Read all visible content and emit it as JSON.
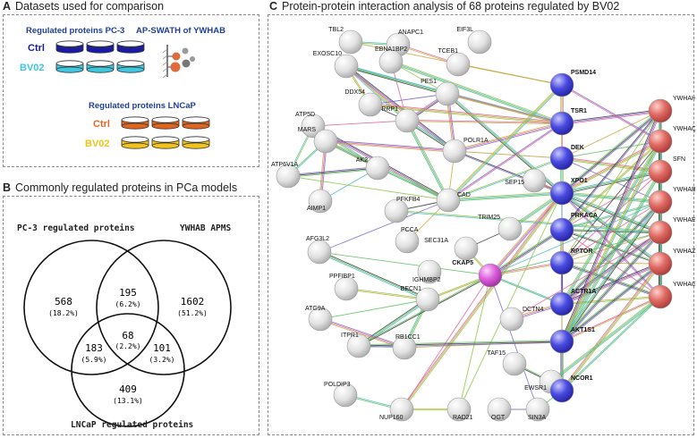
{
  "panel_a": {
    "letter": "A",
    "title": "Datasets used for comparison",
    "pc3_heading": "Regulated proteins PC-3",
    "apswath_heading": "AP-SWATH of YWHAB",
    "lncap_heading": "Regulated proteins LNCaP",
    "ctrl_label": "Ctrl",
    "bv02_label": "BV02",
    "colors": {
      "pc3_ctrl": "#1a1aa8",
      "pc3_bv02": "#3fc6e0",
      "lncap_ctrl": "#e0661f",
      "lncap_bv02": "#f2c21a",
      "heading": "#1f3e9e"
    }
  },
  "panel_b": {
    "letter": "B",
    "title": "Commonly regulated proteins in PCa models",
    "set_pc3": "PC-3 regulated proteins",
    "set_ywhab": "YWHAB APMS",
    "set_lncap": "LNCaP regulated proteins",
    "regions": [
      {
        "count": "568",
        "pct": "(18.2%)"
      },
      {
        "count": "195",
        "pct": "(6.2%)"
      },
      {
        "count": "1602",
        "pct": "(51.2%)"
      },
      {
        "count": "68",
        "pct": "(2.2%)"
      },
      {
        "count": "183",
        "pct": "(5.9%)"
      },
      {
        "count": "101",
        "pct": "(3.2%)"
      },
      {
        "count": "409",
        "pct": "(13.1%)"
      }
    ]
  },
  "panel_c": {
    "letter": "C",
    "title": "Protein-protein interaction analysis of 68 proteins regulated by BV02",
    "colors": {
      "grey": "#d6d6d6",
      "blue": "#3434cf",
      "red": "#d9534f",
      "magenta": "#d247d2"
    },
    "nodes": [
      {
        "id": "TBL2",
        "label": "TBL2",
        "type": "grey",
        "bold": false
      },
      {
        "id": "ANAPC1",
        "label": "ANAPC1",
        "type": "grey",
        "bold": false
      },
      {
        "id": "EIF3L",
        "label": "EIF3L",
        "type": "grey",
        "bold": false
      },
      {
        "id": "EXOSC10",
        "label": "EXOSC10",
        "type": "grey",
        "bold": false
      },
      {
        "id": "EBNA1BP2",
        "label": "EBNA1BP2",
        "type": "grey",
        "bold": false
      },
      {
        "id": "TCEB1",
        "label": "TCEB1",
        "type": "grey",
        "bold": false
      },
      {
        "id": "PSMD14",
        "label": "PSMD14",
        "type": "blue",
        "bold": true
      },
      {
        "id": "PES1",
        "label": "PES1",
        "type": "grey",
        "bold": false
      },
      {
        "id": "DDX54",
        "label": "DDX54",
        "type": "grey",
        "bold": false
      },
      {
        "id": "TSR1",
        "label": "TSR1",
        "type": "blue",
        "bold": true
      },
      {
        "id": "ATP5D",
        "label": "ATP5D",
        "type": "grey",
        "bold": false
      },
      {
        "id": "RRP1",
        "label": "RRP1",
        "type": "grey",
        "bold": false
      },
      {
        "id": "MARS",
        "label": "MARS",
        "type": "grey",
        "bold": false
      },
      {
        "id": "POLR1A",
        "label": "POLR1A",
        "type": "grey",
        "bold": false
      },
      {
        "id": "DEK",
        "label": "DEK",
        "type": "blue",
        "bold": true
      },
      {
        "id": "SEP15",
        "label": "SEP15",
        "type": "grey",
        "bold": false
      },
      {
        "id": "AK2",
        "label": "AK2",
        "type": "grey",
        "bold": false
      },
      {
        "id": "ATP6V1A",
        "label": "ATP6V1A",
        "type": "grey",
        "bold": false
      },
      {
        "id": "CAD",
        "label": "CAD",
        "type": "grey",
        "bold": false
      },
      {
        "id": "XPO1",
        "label": "XPO1",
        "type": "blue",
        "bold": true
      },
      {
        "id": "AIMP1",
        "label": "AIMP1",
        "type": "grey",
        "bold": false
      },
      {
        "id": "PFKFB4",
        "label": "PFKFB4",
        "type": "grey",
        "bold": false
      },
      {
        "id": "SEC31A",
        "label": "SEC31A",
        "type": "grey",
        "bold": false
      },
      {
        "id": "TRIM25",
        "label": "TRIM25",
        "type": "grey",
        "bold": false
      },
      {
        "id": "PCCA",
        "label": "PCCA",
        "type": "grey",
        "bold": false
      },
      {
        "id": "AFG3L2",
        "label": "AFG3L2",
        "type": "grey",
        "bold": false
      },
      {
        "id": "IGHMBP2",
        "label": "IGHMBP2",
        "type": "grey",
        "bold": false
      },
      {
        "id": "CKAP5",
        "label": "CKAP5",
        "type": "magenta",
        "bold": true
      },
      {
        "id": "PRKACA",
        "label": "PRKACA",
        "type": "blue",
        "bold": true
      },
      {
        "id": "RPTOR",
        "label": "RPTOR",
        "type": "blue",
        "bold": true
      },
      {
        "id": "PPFIBP1",
        "label": "PPFIBP1",
        "type": "grey",
        "bold": false
      },
      {
        "id": "BECN1",
        "label": "BECN1",
        "type": "grey",
        "bold": false
      },
      {
        "id": "ATG9A",
        "label": "ATG9A",
        "type": "grey",
        "bold": false
      },
      {
        "id": "DCTN4",
        "label": "DCTN4",
        "type": "grey",
        "bold": false
      },
      {
        "id": "ACTR1A",
        "label": "ACTR1A",
        "type": "blue",
        "bold": true
      },
      {
        "id": "ITPR1",
        "label": "ITPR1",
        "type": "grey",
        "bold": false
      },
      {
        "id": "RB1CC1",
        "label": "RB1CC1",
        "type": "grey",
        "bold": false
      },
      {
        "id": "AKT1S1",
        "label": "AKT1S1",
        "type": "blue",
        "bold": true
      },
      {
        "id": "TAF15",
        "label": "TAF15",
        "type": "grey",
        "bold": false
      },
      {
        "id": "EWSR1",
        "label": "EWSR1",
        "type": "grey",
        "bold": false
      },
      {
        "id": "NCOR1",
        "label": "NCOR1",
        "type": "blue",
        "bold": true
      },
      {
        "id": "POLDIP3",
        "label": "POLDIP3",
        "type": "grey",
        "bold": false
      },
      {
        "id": "NUP160",
        "label": "NUP160",
        "type": "grey",
        "bold": false
      },
      {
        "id": "RAD21",
        "label": "RAD21",
        "type": "grey",
        "bold": false
      },
      {
        "id": "OGT",
        "label": "OGT",
        "type": "grey",
        "bold": false
      },
      {
        "id": "SIN3A",
        "label": "SIN3A",
        "type": "grey",
        "bold": false
      },
      {
        "id": "YWHAH",
        "label": "YWHAH",
        "type": "red",
        "bold": false
      },
      {
        "id": "YWHAQ",
        "label": "YWHAQ",
        "type": "red",
        "bold": false
      },
      {
        "id": "SFN",
        "label": "SFN",
        "type": "red",
        "bold": false
      },
      {
        "id": "YWHAB",
        "label": "YWHAB",
        "type": "red",
        "bold": false
      },
      {
        "id": "YWHAE",
        "label": "YWHAE",
        "type": "red",
        "bold": false
      },
      {
        "id": "YWHAZ",
        "label": "YWHAZ",
        "type": "red",
        "bold": false
      },
      {
        "id": "YWHAG",
        "label": "YWHAG",
        "type": "red",
        "bold": false
      }
    ],
    "edges": [
      [
        "TBL2",
        "ANAPC1"
      ],
      [
        "ANAPC1",
        "TCEB1"
      ],
      [
        "EXOSC10",
        "PES1"
      ],
      [
        "EBNA1BP2",
        "PES1"
      ],
      [
        "EBNA1BP2",
        "TSR1"
      ],
      [
        "EBNA1BP2",
        "RRP1"
      ],
      [
        "EXOSC10",
        "RRP1"
      ],
      [
        "EXOSC10",
        "DDX54"
      ],
      [
        "EXOSC10",
        "TSR1"
      ],
      [
        "EXOSC10",
        "POLR1A"
      ],
      [
        "TCEB1",
        "PSMD14"
      ],
      [
        "TBL2",
        "PSMD14"
      ],
      [
        "PES1",
        "RRP1"
      ],
      [
        "PES1",
        "DDX54"
      ],
      [
        "PES1",
        "TSR1"
      ],
      [
        "PES1",
        "POLR1A"
      ],
      [
        "PES1",
        "XPO1"
      ],
      [
        "DDX54",
        "RRP1"
      ],
      [
        "DDX54",
        "TSR1"
      ],
      [
        "RRP1",
        "POLR1A"
      ],
      [
        "RRP1",
        "TSR1"
      ],
      [
        "RRP1",
        "CAD"
      ],
      [
        "TSR1",
        "POLR1A"
      ],
      [
        "POLR1A",
        "XPO1"
      ],
      [
        "POLR1A",
        "DEK"
      ],
      [
        "POLR1A",
        "CAD"
      ],
      [
        "ATP5D",
        "MARS"
      ],
      [
        "ATP5D",
        "AK2"
      ],
      [
        "ATP5D",
        "ATP6V1A"
      ],
      [
        "ATP5D",
        "CAD"
      ],
      [
        "ATP5D",
        "RRP1"
      ],
      [
        "MARS",
        "AK2"
      ],
      [
        "MARS",
        "AIMP1"
      ],
      [
        "MARS",
        "CAD"
      ],
      [
        "MARS",
        "ATP6V1A"
      ],
      [
        "MARS",
        "POLR1A"
      ],
      [
        "AK2",
        "CAD"
      ],
      [
        "AK2",
        "ATP6V1A"
      ],
      [
        "AK2",
        "AIMP1"
      ],
      [
        "ATP6V1A",
        "CAD"
      ],
      [
        "CAD",
        "XPO1"
      ],
      [
        "CAD",
        "PCCA"
      ],
      [
        "CAD",
        "PFKFB4"
      ],
      [
        "CAD",
        "AFG3L2"
      ],
      [
        "CAD",
        "DEK"
      ],
      [
        "CAD",
        "TSR1"
      ],
      [
        "CAD",
        "PSMD14"
      ],
      [
        "SEC31A",
        "TRIM25"
      ],
      [
        "SEC31A",
        "CKAP5"
      ],
      [
        "SEP15",
        "XPO1"
      ],
      [
        "TRIM25",
        "XPO1"
      ],
      [
        "XPO1",
        "PRKACA"
      ],
      [
        "XPO1",
        "RPTOR"
      ],
      [
        "XPO1",
        "CKAP5"
      ],
      [
        "XPO1",
        "ACTR1A"
      ],
      [
        "XPO1",
        "YWHAE"
      ],
      [
        "DEK",
        "XPO1"
      ],
      [
        "TSR1",
        "DEK"
      ],
      [
        "PSMD14",
        "TSR1"
      ],
      [
        "PRKACA",
        "RPTOR"
      ],
      [
        "RPTOR",
        "ACTR1A"
      ],
      [
        "RPTOR",
        "AKT1S1"
      ],
      [
        "ACTR1A",
        "DCTN4"
      ],
      [
        "ACTR1A",
        "AKT1S1"
      ],
      [
        "CKAP5",
        "RPTOR"
      ],
      [
        "CKAP5",
        "ACTR1A"
      ],
      [
        "CKAP5",
        "BECN1"
      ],
      [
        "CKAP5",
        "PRKACA"
      ],
      [
        "BECN1",
        "PPFIBP1"
      ],
      [
        "BECN1",
        "ATG9A"
      ],
      [
        "BECN1",
        "RB1CC1"
      ],
      [
        "BECN1",
        "ITPR1"
      ],
      [
        "BECN1",
        "AFG3L2"
      ],
      [
        "ATG9A",
        "RB1CC1"
      ],
      [
        "RB1CC1",
        "ITPR1"
      ],
      [
        "AKT1S1",
        "NCOR1"
      ],
      [
        "TAF15",
        "EWSR1"
      ],
      [
        "NCOR1",
        "SIN3A"
      ],
      [
        "OGT",
        "SIN3A"
      ],
      [
        "POLDIP3",
        "NUP160"
      ],
      [
        "NUP160",
        "RAD21"
      ],
      [
        "NUP160",
        "CKAP5"
      ],
      [
        "RAD21",
        "CKAP5"
      ],
      [
        "ITPR1",
        "CKAP5"
      ],
      [
        "RB1CC1",
        "AKT1S1"
      ],
      [
        "NUP160",
        "XPO1"
      ],
      [
        "RAD21",
        "XPO1"
      ],
      [
        "ITPR1",
        "AKT1S1"
      ],
      [
        "SIN3A",
        "CKAP5"
      ],
      [
        "YWHAH",
        "YWHAQ"
      ],
      [
        "YWHAQ",
        "SFN"
      ],
      [
        "SFN",
        "YWHAB"
      ],
      [
        "YWHAB",
        "YWHAE"
      ],
      [
        "YWHAE",
        "YWHAZ"
      ],
      [
        "YWHAZ",
        "YWHAG"
      ],
      [
        "YWHAH",
        "SFN"
      ],
      [
        "YWHAH",
        "YWHAB"
      ],
      [
        "YWHAH",
        "YWHAE"
      ],
      [
        "YWHAH",
        "YWHAZ"
      ],
      [
        "YWHAH",
        "YWHAG"
      ],
      [
        "YWHAQ",
        "YWHAB"
      ],
      [
        "YWHAQ",
        "YWHAE"
      ],
      [
        "YWHAQ",
        "YWHAZ"
      ],
      [
        "YWHAQ",
        "YWHAG"
      ],
      [
        "SFN",
        "YWHAE"
      ],
      [
        "SFN",
        "YWHAZ"
      ],
      [
        "SFN",
        "YWHAG"
      ],
      [
        "YWHAB",
        "YWHAZ"
      ],
      [
        "YWHAB",
        "YWHAG"
      ],
      [
        "YWHAE",
        "YWHAG"
      ],
      [
        "YWHAQ",
        "YWHAG"
      ],
      [
        "DEK",
        "YWHAH"
      ],
      [
        "DEK",
        "YWHAQ"
      ],
      [
        "DEK",
        "YWHAB"
      ],
      [
        "DEK",
        "SFN"
      ],
      [
        "TSR1",
        "YWHAH"
      ],
      [
        "XPO1",
        "YWHAH"
      ],
      [
        "XPO1",
        "YWHAQ"
      ],
      [
        "XPO1",
        "SFN"
      ],
      [
        "XPO1",
        "YWHAB"
      ],
      [
        "XPO1",
        "YWHAZ"
      ],
      [
        "XPO1",
        "YWHAG"
      ],
      [
        "PRKACA",
        "YWHAH"
      ],
      [
        "PRKACA",
        "YWHAQ"
      ],
      [
        "PRKACA",
        "SFN"
      ],
      [
        "PRKACA",
        "YWHAB"
      ],
      [
        "PRKACA",
        "YWHAE"
      ],
      [
        "PRKACA",
        "YWHAZ"
      ],
      [
        "PRKACA",
        "YWHAG"
      ],
      [
        "RPTOR",
        "YWHAH"
      ],
      [
        "RPTOR",
        "YWHAQ"
      ],
      [
        "RPTOR",
        "SFN"
      ],
      [
        "RPTOR",
        "YWHAB"
      ],
      [
        "RPTOR",
        "YWHAE"
      ],
      [
        "RPTOR",
        "YWHAZ"
      ],
      [
        "RPTOR",
        "YWHAG"
      ],
      [
        "ACTR1A",
        "YWHAQ"
      ],
      [
        "ACTR1A",
        "YWHAB"
      ],
      [
        "ACTR1A",
        "YWHAE"
      ],
      [
        "ACTR1A",
        "YWHAZ"
      ],
      [
        "ACTR1A",
        "YWHAG"
      ],
      [
        "AKT1S1",
        "YWHAH"
      ],
      [
        "AKT1S1",
        "YWHAQ"
      ],
      [
        "AKT1S1",
        "SFN"
      ],
      [
        "AKT1S1",
        "YWHAB"
      ],
      [
        "AKT1S1",
        "YWHAE"
      ],
      [
        "AKT1S1",
        "YWHAZ"
      ],
      [
        "AKT1S1",
        "YWHAG"
      ],
      [
        "CKAP5",
        "YWHAE"
      ],
      [
        "CKAP5",
        "YWHAB"
      ],
      [
        "NCOR1",
        "YWHAG"
      ],
      [
        "NCOR1",
        "YWHAZ"
      ],
      [
        "DCTN4",
        "YWHAE"
      ],
      [
        "EWSR1",
        "YWHAG"
      ],
      [
        "PSMD14",
        "YWHAQ"
      ],
      [
        "PFKFB4",
        "YWHAE"
      ],
      [
        "AFG3L2",
        "CKAP5"
      ]
    ]
  }
}
